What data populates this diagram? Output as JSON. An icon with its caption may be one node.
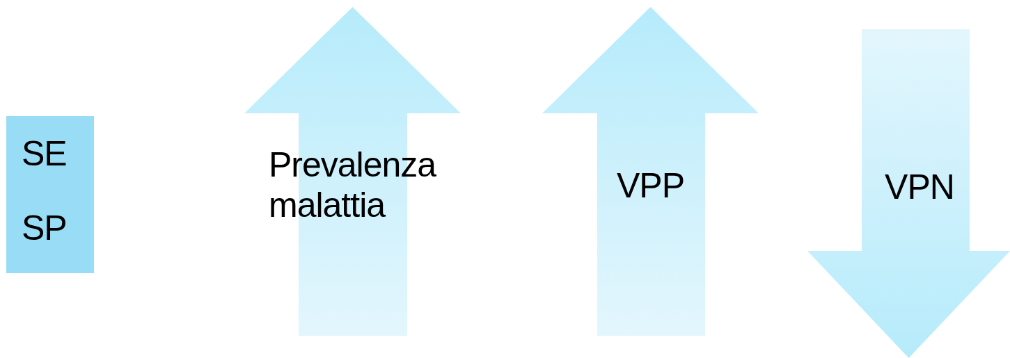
{
  "diagram": {
    "nodes": [
      {
        "text": [
          "SE",
          "SP"
        ]
      },
      {
        "text": [
          "Prevalenza malattia"
        ]
      },
      {
        "text": [
          "VPP"
        ]
      },
      {
        "text": [
          "VPN"
        ]
      }
    ]
  }
}
